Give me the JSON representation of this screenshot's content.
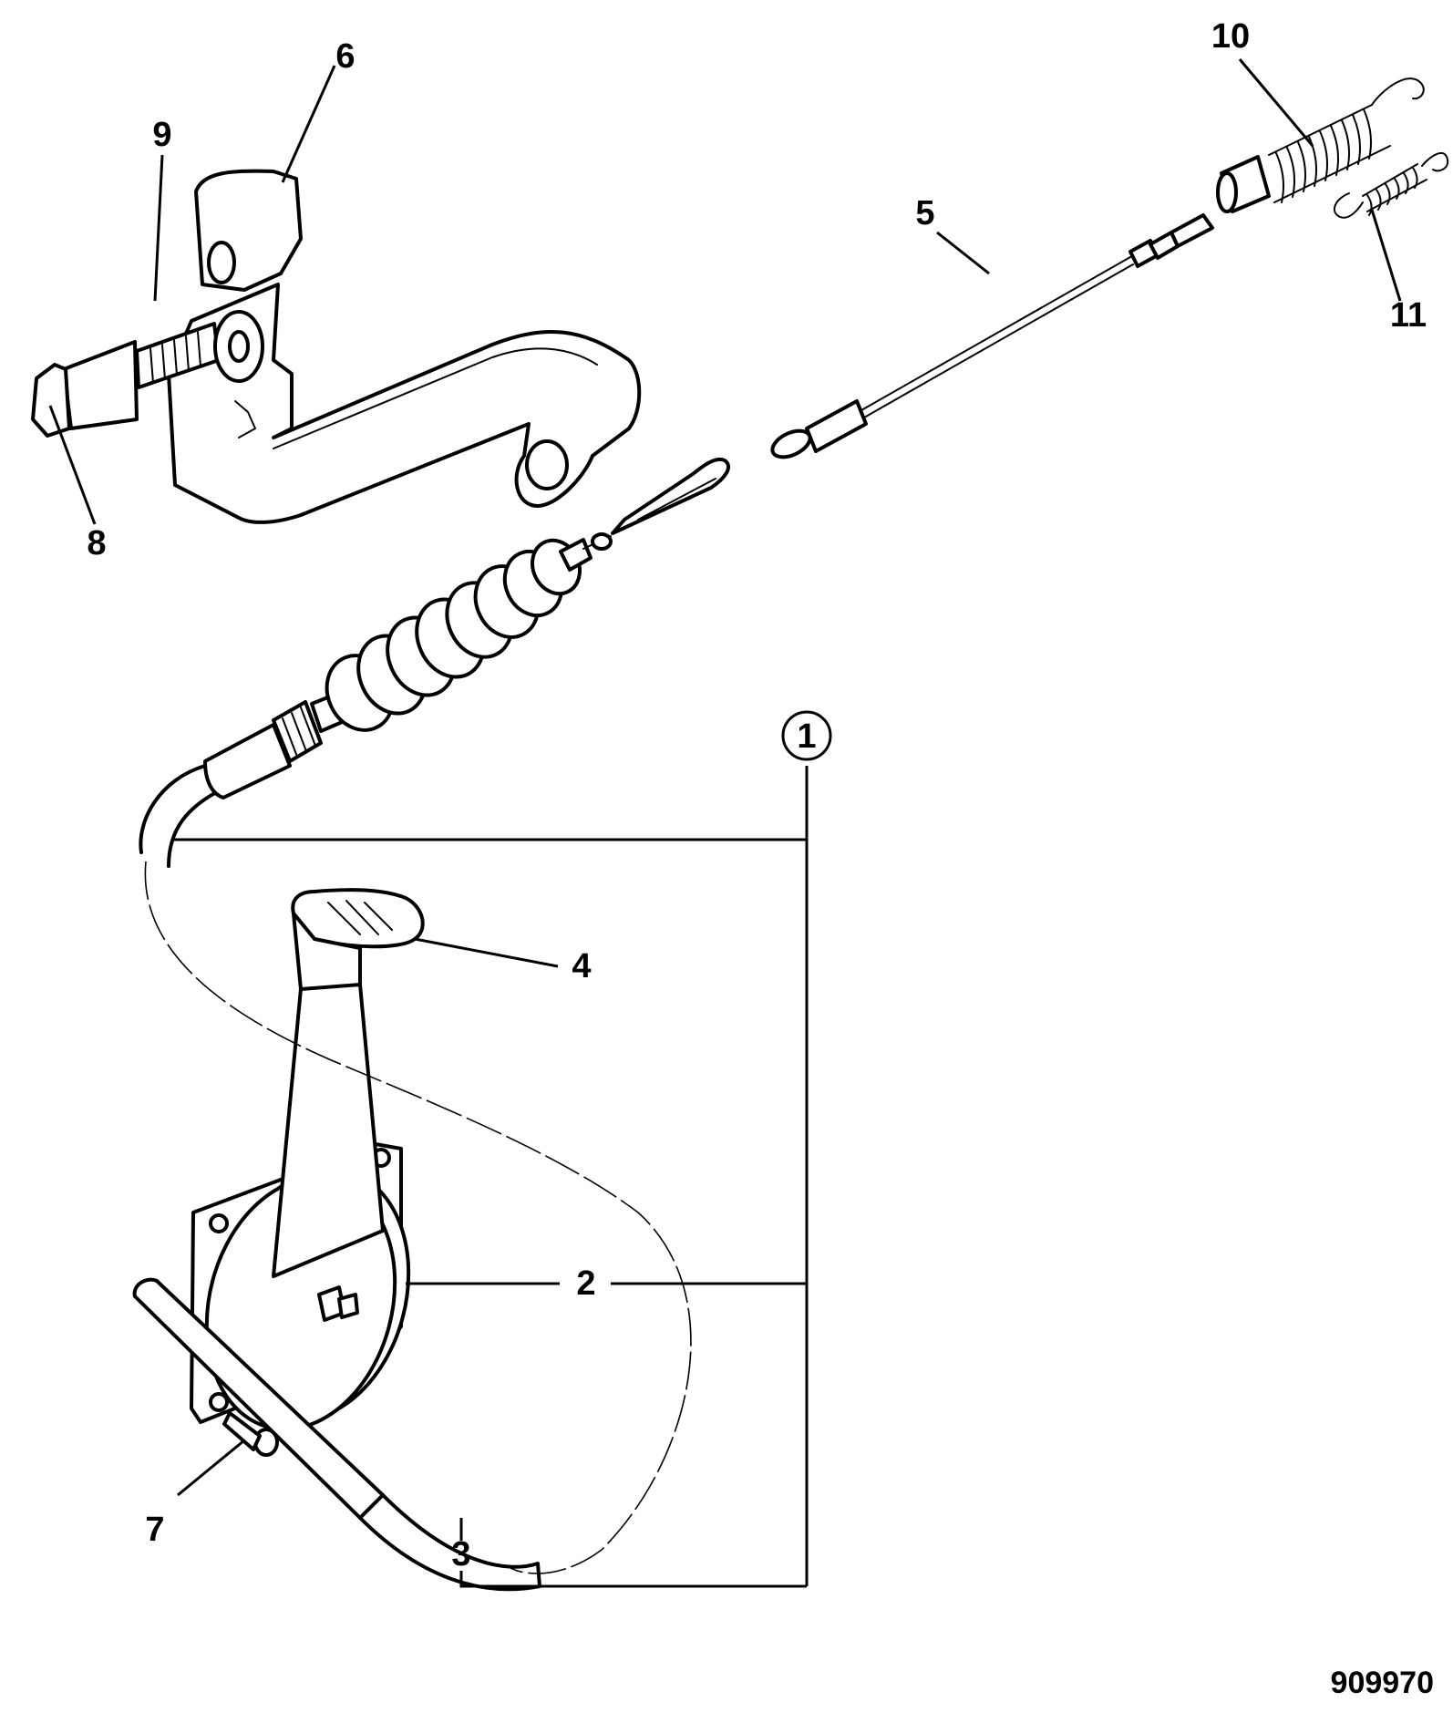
{
  "figure_number": "909970",
  "callouts": {
    "c1": "1",
    "c2": "2",
    "c3": "3",
    "c4": "4",
    "c5": "5",
    "c6": "6",
    "c7": "7",
    "c8": "8",
    "c9": "9",
    "c10": "10",
    "c11": "11"
  },
  "colors": {
    "line": "#000000",
    "background": "#ffffff"
  }
}
